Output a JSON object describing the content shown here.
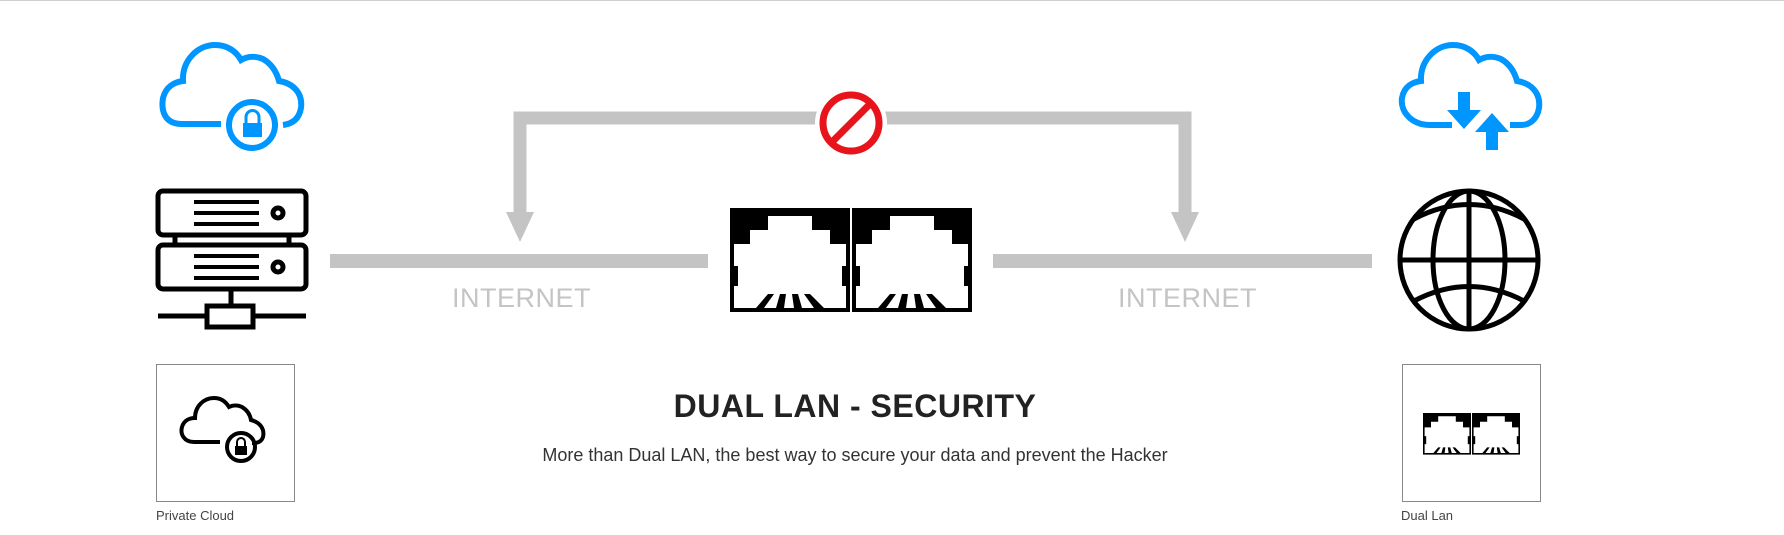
{
  "diagram": {
    "title": "DUAL LAN - SECURITY",
    "subtitle": "More than Dual LAN, the best way to secure your data and prevent the Hacker",
    "left_link_label": "INTERNET",
    "right_link_label": "INTERNET",
    "left_card_caption": "Private Cloud",
    "right_card_caption": "Dual Lan",
    "icons": {
      "left_top": "cloud-lock-icon",
      "left_middle": "server-icon",
      "center": "dual-rj45-port-icon",
      "blocked": "prohibited-icon",
      "right_top": "cloud-sync-icon",
      "right_middle": "globe-icon"
    },
    "colors": {
      "accent": "#0096FF",
      "line": "#C4C4C4",
      "prohibit": "#E8141B"
    }
  }
}
